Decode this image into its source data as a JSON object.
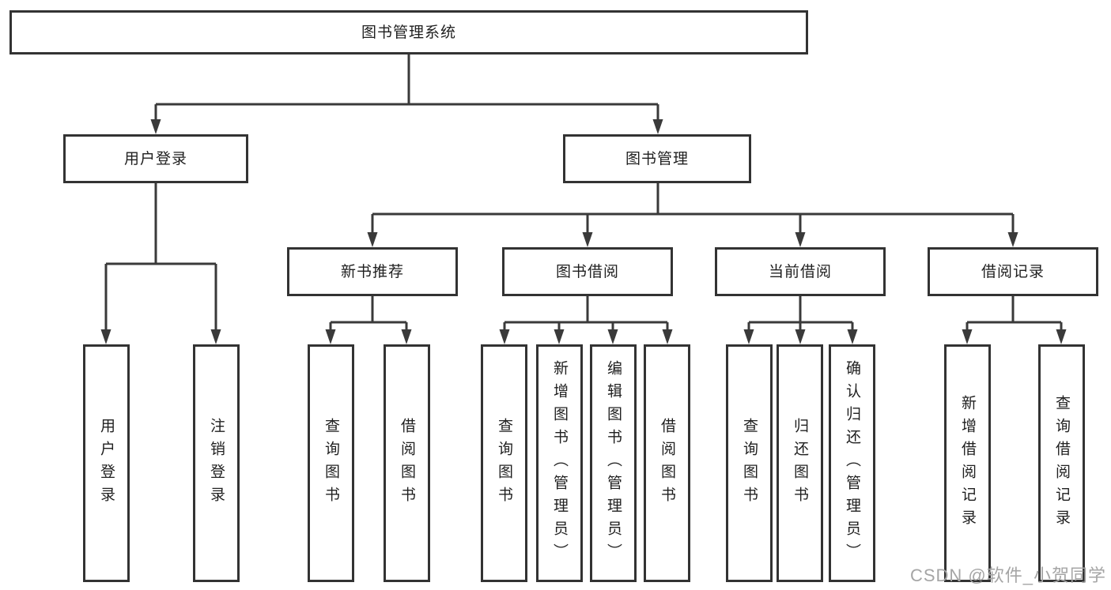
{
  "tree": {
    "label": "图书管理系统",
    "children": [
      {
        "label": "用户登录",
        "children": [
          {
            "label": "用户登录"
          },
          {
            "label": "注销登录"
          }
        ]
      },
      {
        "label": "图书管理",
        "children": [
          {
            "label": "新书推荐",
            "children": [
              {
                "label": "查询图书"
              },
              {
                "label": "借阅图书"
              }
            ]
          },
          {
            "label": "图书借阅",
            "children": [
              {
                "label": "查询图书"
              },
              {
                "label": "新增图书（管理员）"
              },
              {
                "label": "编辑图书（管理员）"
              },
              {
                "label": "借阅图书"
              }
            ]
          },
          {
            "label": "当前借阅",
            "children": [
              {
                "label": "查询图书"
              },
              {
                "label": "归还图书"
              },
              {
                "label": "确认归还（管理员）"
              }
            ]
          },
          {
            "label": "借阅记录",
            "children": [
              {
                "label": "新增借阅记录"
              },
              {
                "label": "查询借阅记录"
              }
            ]
          }
        ]
      }
    ]
  },
  "watermark": {
    "text": "CSDN @软件_小贺同学"
  },
  "colors": {
    "line": "#3a3a3a",
    "box_border": "#333333",
    "box_fill": "#ffffff",
    "text": "#1f1f1f",
    "watermark": "#a5a5a5",
    "background": "#ffffff"
  }
}
